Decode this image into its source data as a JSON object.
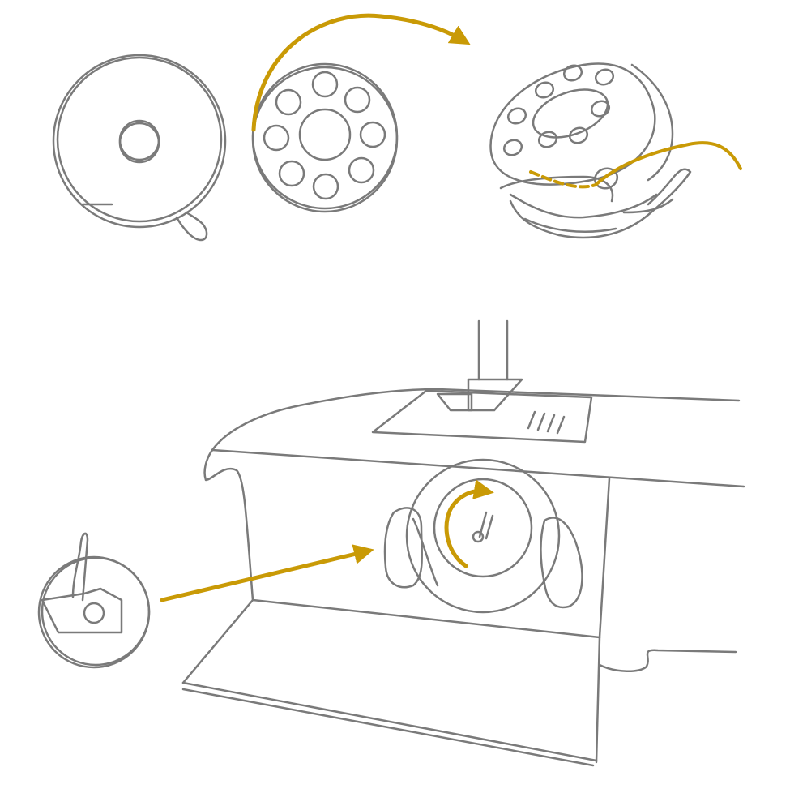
{
  "colors": {
    "line": "#7a7a7a",
    "accent": "#c99a06",
    "background": "#ffffff"
  },
  "figures": [
    {
      "name": "bobbin-case-top",
      "icon": "bobbin-case-icon"
    },
    {
      "name": "bobbin",
      "icon": "bobbin-icon"
    },
    {
      "name": "bobbin-in-case-threaded",
      "icon": "bobbin-threading-icon"
    },
    {
      "name": "sewing-machine-bobbin-area",
      "icon": "sewing-machine-icon"
    },
    {
      "name": "bobbin-case-detail",
      "icon": "bobbin-case-latch-icon"
    }
  ]
}
